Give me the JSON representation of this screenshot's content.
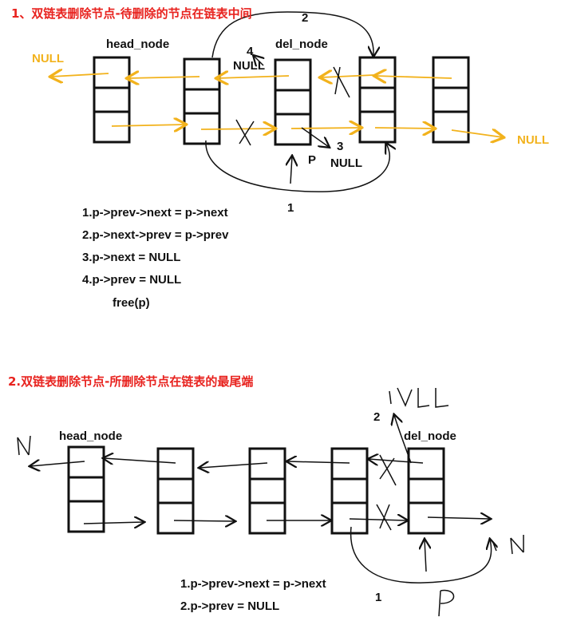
{
  "section1": {
    "title": "1、双链表删除节点-待删除的节点在链表中间",
    "labels": {
      "head_node": "head_node",
      "del_node": "del_node",
      "null_left": "NULL",
      "null_right": "NULL",
      "null_4": "NULL",
      "null_3": "NULL",
      "step_2": "2",
      "step_4": "4",
      "step_3": "3",
      "step_1": "1",
      "p": "P"
    },
    "code": [
      "1.p->prev->next = p->next",
      "2.p->next->prev = p->prev",
      "3.p->next = NULL",
      "4.p->prev = NULL",
      "free(p)"
    ]
  },
  "section2": {
    "title": "2.双链表删除节点-所删除节点在链表的最尾端",
    "labels": {
      "head_node": "head_node",
      "del_node": "del_node",
      "step_2": "2",
      "step_1": "1"
    },
    "code": [
      "1.p->prev->next = p->next",
      "2.p->prev = NULL"
    ]
  },
  "colors": {
    "title": "#e8231f",
    "null_arrow": "#f2b21c",
    "ink": "#111111"
  }
}
